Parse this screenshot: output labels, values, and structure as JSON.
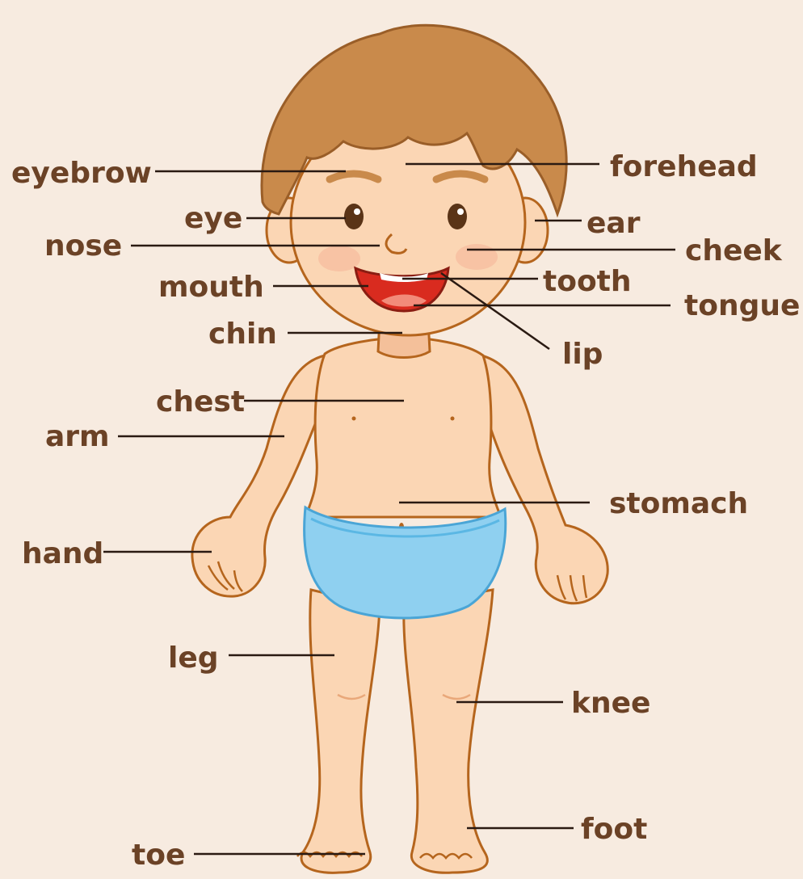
{
  "labels": {
    "eyebrow": "eyebrow",
    "forehead": "forehead",
    "eye": "eye",
    "ear": "ear",
    "nose": "nose",
    "cheek": "cheek",
    "mouth": "mouth",
    "tooth": "tooth",
    "tongue": "tongue",
    "chin": "chin",
    "lip": "lip",
    "chest": "chest",
    "arm": "arm",
    "stomach": "stomach",
    "hand": "hand",
    "leg": "leg",
    "knee": "knee",
    "foot": "foot",
    "toe": "toe"
  },
  "colors": {
    "background": "#f7ebe0",
    "label_text": "#6b4226",
    "leader_line": "#2a1a12",
    "skin": "#fbd6b4",
    "hair": "#c98a4b",
    "diaper": "#8fd0f0"
  }
}
